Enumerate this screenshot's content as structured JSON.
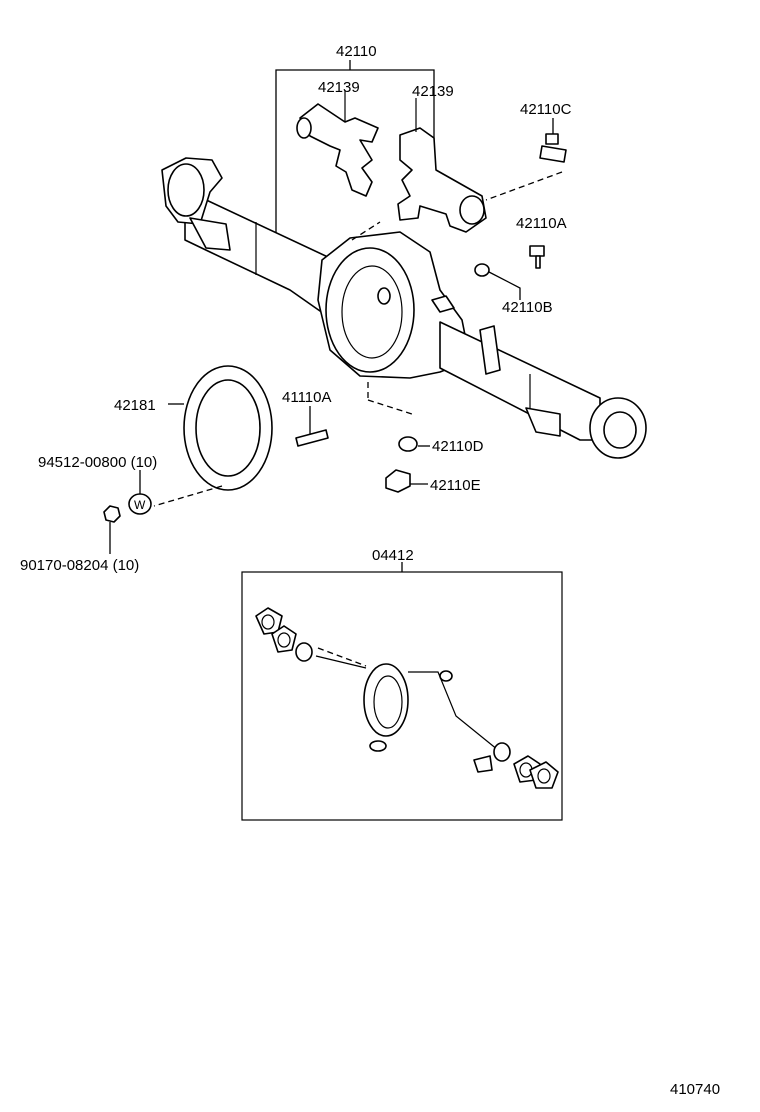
{
  "diagram": {
    "labels": {
      "p42110": "42110",
      "p42139_left": "42139",
      "p42139_right": "42139",
      "p42110C": "42110C",
      "p42110A": "42110A",
      "p42110B": "42110B",
      "p42181": "42181",
      "p41110A": "41110A",
      "p42110D": "42110D",
      "p42110E": "42110E",
      "p94512": "94512-00800 (10)",
      "p90170": "90170-08204 (10)",
      "p04412": "04412",
      "figure_number": "410740"
    },
    "washer_letter": "W"
  }
}
